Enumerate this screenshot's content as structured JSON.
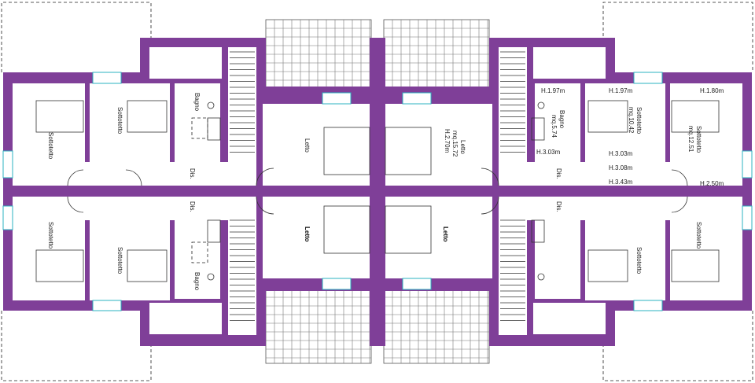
{
  "labels": {
    "sottotetto": "Sottotetto",
    "bagno": "Bagno",
    "letto": "Letto",
    "dis": "Dis.",
    "letto_area": "mq.15.72",
    "letto_height": "H.2.70m",
    "bagno_area": "mq.5.74",
    "sottotetto_area_a": "mq.10.42",
    "sottotetto_area_b": "mq.12.51"
  },
  "heights": {
    "h1": "H.1.97m",
    "h2": "H.1.97m",
    "h3": "H.1.80m",
    "h4": "H.3.03m",
    "h5": "H.3.03m",
    "h6": "H.3.08m",
    "h7": "H.3.43m",
    "h8": "H.2.50m"
  },
  "colors": {
    "wall": "#7f3f98",
    "window": "#2bb3c0"
  }
}
